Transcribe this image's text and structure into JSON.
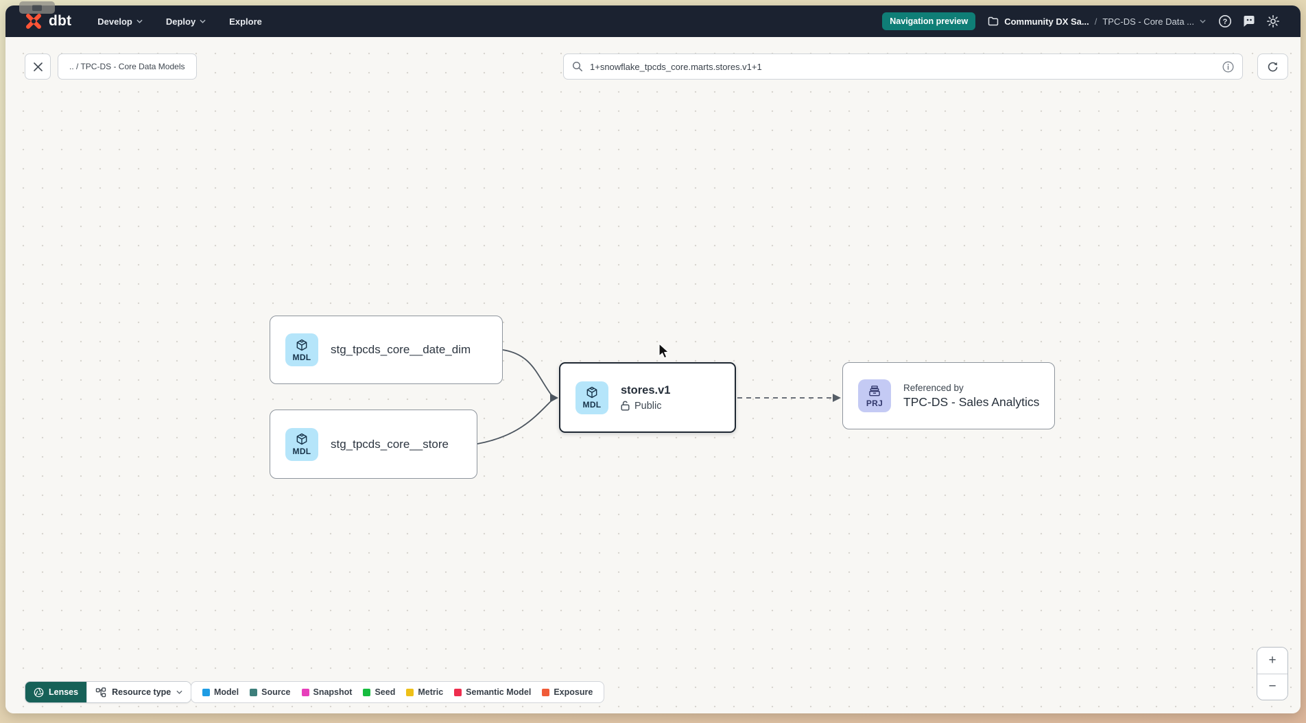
{
  "nav": {
    "logo_text": "dbt",
    "menus": [
      {
        "label": "Develop"
      },
      {
        "label": "Deploy"
      },
      {
        "label": "Explore"
      }
    ],
    "preview_badge": "Navigation preview",
    "breadcrumb": {
      "project": "Community DX Sa...",
      "separator": "/",
      "environment": "TPC-DS - Core Data ..."
    }
  },
  "toolbar": {
    "back_chip": ".. / TPC-DS - Core Data Models",
    "search_value": "1+snowflake_tpcds_core.marts.stores.v1+1"
  },
  "graph": {
    "nodes": [
      {
        "badge": "MDL",
        "title": "stg_tpcds_core__date_dim"
      },
      {
        "badge": "MDL",
        "title": "stg_tpcds_core__store"
      },
      {
        "badge": "MDL",
        "title": "stores.v1",
        "access": "Public"
      },
      {
        "badge": "PRJ",
        "kicker": "Referenced by",
        "title": "TPC-DS - Sales Analytics"
      }
    ]
  },
  "footer": {
    "lenses_label": "Lenses",
    "resource_type_label": "Resource type",
    "legend": [
      {
        "label": "Model",
        "color": "#1e9ce4"
      },
      {
        "label": "Source",
        "color": "#3d7f7b"
      },
      {
        "label": "Snapshot",
        "color": "#e73fbb"
      },
      {
        "label": "Seed",
        "color": "#16bc3f"
      },
      {
        "label": "Metric",
        "color": "#eec018"
      },
      {
        "label": "Semantic Model",
        "color": "#ee2e4e"
      },
      {
        "label": "Exposure",
        "color": "#f05b38"
      }
    ]
  },
  "zoom_controls": {
    "zoom_in": "+",
    "zoom_out": "−"
  },
  "colors": {
    "nav_bg": "#1b2230",
    "accent_teal": "#0f7e76",
    "brand_orange": "#ff5436",
    "model_badge_bg": "#b5e5fa",
    "project_badge_bg": "#c4caf4"
  }
}
